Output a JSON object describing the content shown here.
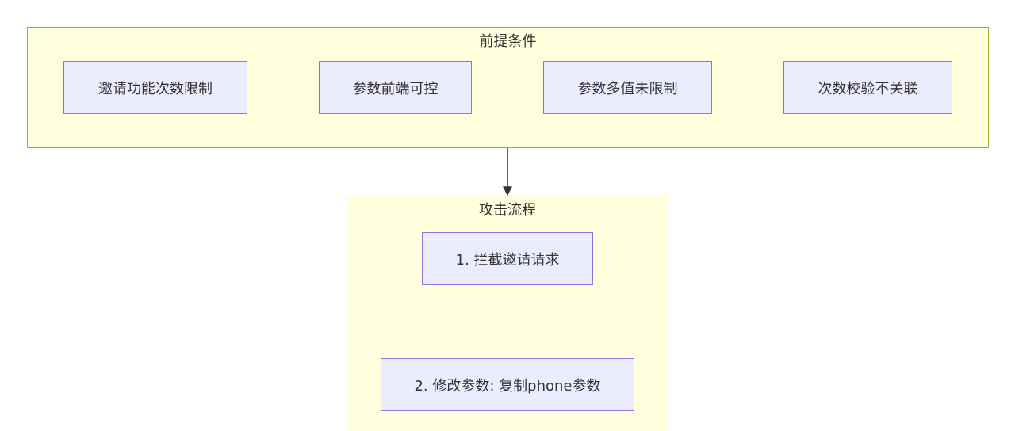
{
  "clusters": {
    "preconditions": {
      "title": "前提条件"
    },
    "attack_flow": {
      "title": "攻击流程"
    }
  },
  "nodes": {
    "n1": "邀请功能次数限制",
    "n2": "参数前端可控",
    "n3": "参数多值未限制",
    "n4": "次数校验不关联",
    "s1": "1. 拦截邀请请求",
    "s2": "2. 修改参数: 复制phone参数"
  },
  "colors": {
    "cluster_fill": "#ffffde",
    "cluster_stroke": "#aaaa33",
    "node_fill": "#ececff",
    "node_stroke": "#9370db",
    "edge": "#333333"
  }
}
